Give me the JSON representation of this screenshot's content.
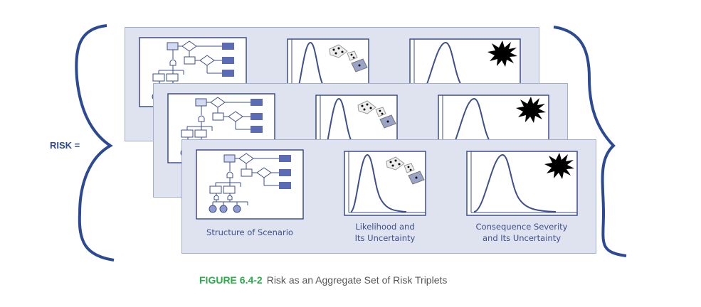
{
  "left_label": "RISK =",
  "panel": {
    "scenario_label": "Structure of Scenario",
    "likelihood_label_1": "Likelihood and",
    "likelihood_label_2": "Its Uncertainty",
    "consequence_label_1": "Consequence Severity",
    "consequence_label_2": "and Its Uncertainty"
  },
  "caption": {
    "number": "FIGURE 6.4-2",
    "text": "Risk as an Aggregate Set of Risk Triplets"
  },
  "colors": {
    "brace": "#2c4a94",
    "panel": "#dfe3f0",
    "line": "#3d4f8c",
    "caption_number": "#2bab4a"
  }
}
